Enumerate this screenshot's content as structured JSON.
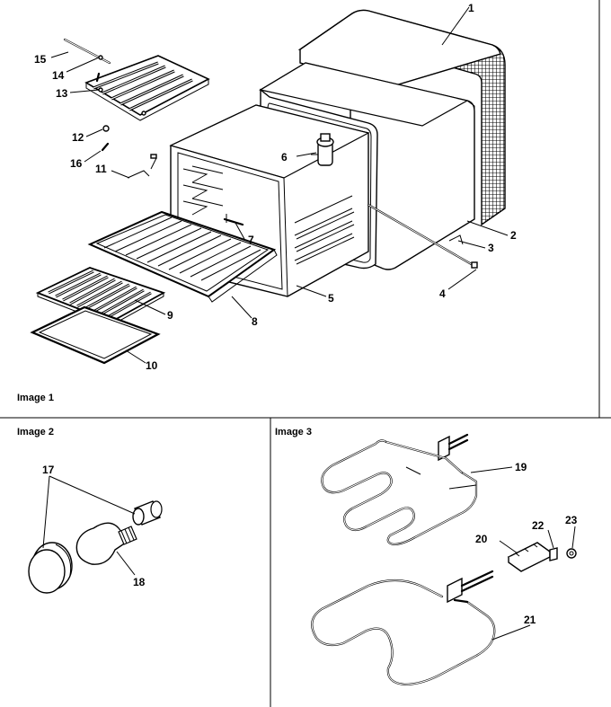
{
  "panels": [
    {
      "id": "image-1",
      "caption": "Image 1"
    },
    {
      "id": "image-2",
      "caption": "Image 2"
    },
    {
      "id": "image-3",
      "caption": "Image 3"
    }
  ],
  "callouts": {
    "p1": "1",
    "p2": "2",
    "p3": "3",
    "p4": "4",
    "p5": "5",
    "p6": "6",
    "p7": "7",
    "p8": "8",
    "p9": "9",
    "p10": "10",
    "p11": "11",
    "p12": "12",
    "p13": "13",
    "p14": "14",
    "p15": "15",
    "p16": "16",
    "p17": "17",
    "p18": "18",
    "p19": "19",
    "p20": "20",
    "p21": "21",
    "p22": "22",
    "p23": "23"
  }
}
